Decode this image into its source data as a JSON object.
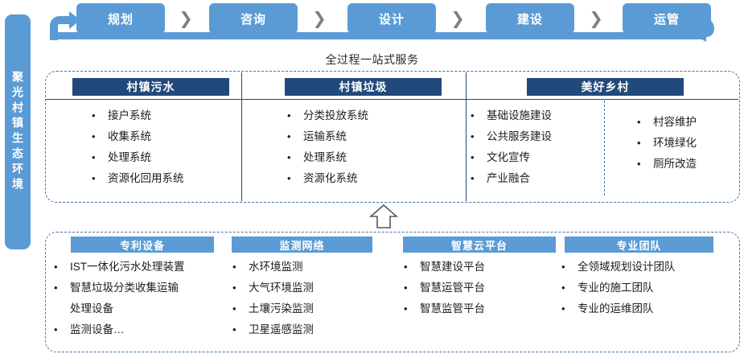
{
  "sidebar": {
    "label": "聚光村镇生态环境"
  },
  "flow": {
    "steps": [
      {
        "label": "规划"
      },
      {
        "label": "咨询"
      },
      {
        "label": "设计"
      },
      {
        "label": "建设"
      },
      {
        "label": "运管"
      }
    ],
    "chevron": "❯",
    "colors": {
      "box": "#5B9BD5",
      "chevron": "#808080"
    }
  },
  "caption": {
    "text": "全过程一站式服务"
  },
  "panel_top": {
    "columns": [
      {
        "header": "村镇污水",
        "items": [
          "接户系统",
          "收集系统",
          "处理系统",
          "资源化回用系统"
        ]
      },
      {
        "header": "村镇垃圾",
        "items": [
          "分类投放系统",
          "运输系统",
          "处理系统",
          "资源化系统"
        ]
      },
      {
        "header": "美好乡村",
        "items": [
          "基础设施建设",
          "公共服务建设",
          "文化宣传",
          "产业融合"
        ],
        "items_right": [
          "村容维护",
          "环境绿化",
          "厕所改造"
        ]
      }
    ],
    "header_color": "#21497B"
  },
  "panel_bottom": {
    "columns": [
      {
        "header": "专利设备",
        "items": [
          "IST一体化污水处理装置",
          "智慧垃圾分类收集运输",
          "处理设备",
          "监测设备…"
        ],
        "bulleted": [
          true,
          true,
          false,
          true
        ]
      },
      {
        "header": "监测网络",
        "items": [
          "水环境监测",
          "大气环境监测",
          "土壤污染监测",
          "卫星遥感监测"
        ],
        "bulleted": [
          true,
          true,
          true,
          true
        ]
      },
      {
        "header": "智慧云平台",
        "items": [
          "智慧建设平台",
          "智慧运管平台",
          "智慧监管平台"
        ],
        "bulleted": [
          true,
          true,
          true
        ]
      },
      {
        "header": "专业团队",
        "items": [
          "全领域规划设计团队",
          "专业的施工团队",
          "专业的运维团队"
        ],
        "bulleted": [
          true,
          true,
          true
        ]
      }
    ],
    "header_color": "#5B9BD5"
  },
  "connector": {
    "name": "up-arrow",
    "direction": "up"
  },
  "bullet_glyph": "•"
}
